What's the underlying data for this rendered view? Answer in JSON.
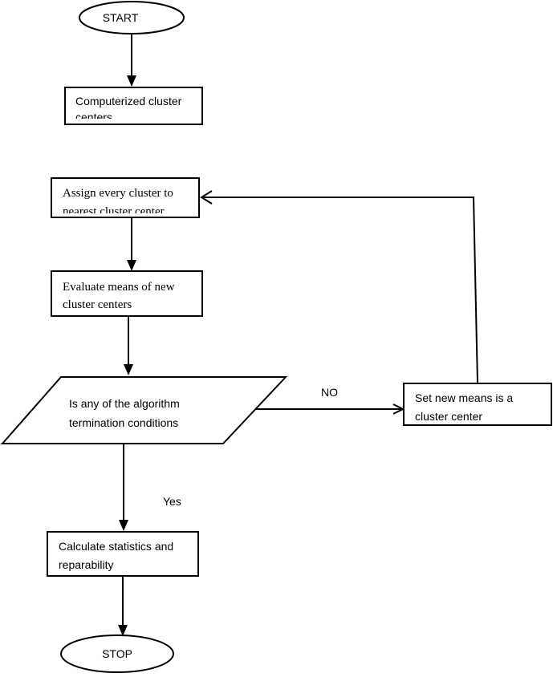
{
  "start": {
    "label": "START"
  },
  "computerized": {
    "line1": "Computerized cluster",
    "line2": "centers"
  },
  "assign": {
    "line1": "Assign every cluster to",
    "line2": "nearest cluster center"
  },
  "evaluate": {
    "line1": "Evaluate means of new",
    "line2": "cluster centers"
  },
  "decision": {
    "line1": "Is any of the algorithm",
    "line2": "termination conditions"
  },
  "set_means": {
    "line1": "Set new means is a",
    "line2": "cluster center"
  },
  "calculate": {
    "line1": "Calculate statistics and",
    "line2": "reparability"
  },
  "stop": {
    "label": "STOP"
  },
  "edge_labels": {
    "no": "NO",
    "yes": "Yes"
  }
}
